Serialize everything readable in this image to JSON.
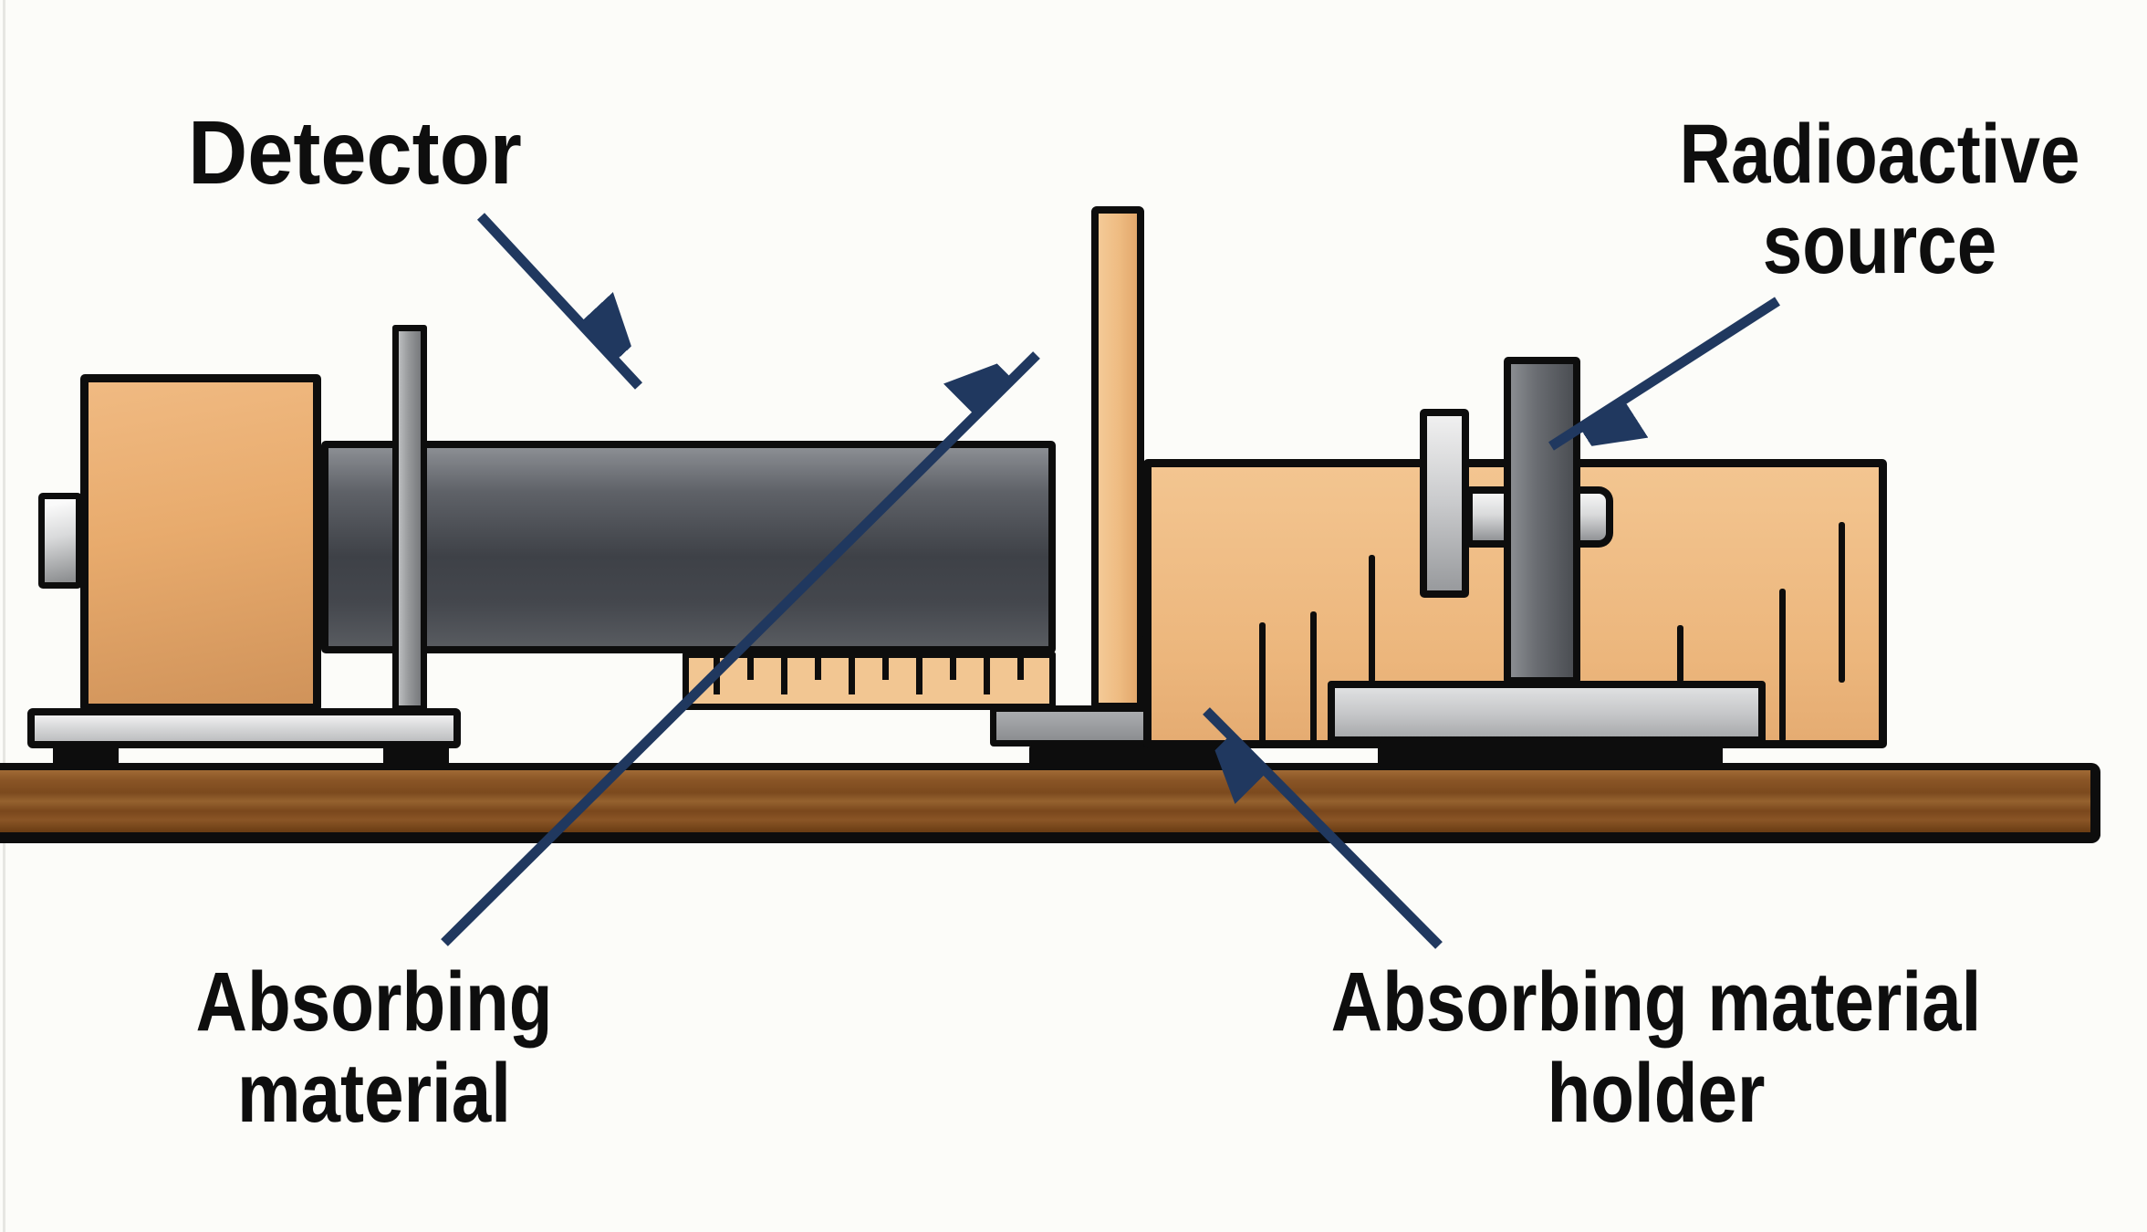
{
  "diagram": {
    "type": "physics-apparatus-diagram",
    "labels": {
      "detector": "Detector",
      "radioactive": [
        "Radioactive",
        "source"
      ],
      "absorbing_material": [
        "Absorbing",
        "material"
      ],
      "absorbing_material_holder": [
        "Absorbing material",
        "holder"
      ]
    },
    "colors": {
      "background": "#fcfcf9",
      "annotation_arrow": "#20385f",
      "outline": "#0d0d0d",
      "wood_bench": "#8a5526",
      "tan_fill": "#eeb97f",
      "detector_tube_gray": "#3e4147",
      "light_gray": "#d8d9da",
      "mid_gray": "#8c8e91",
      "label_text": "#0e0e0e"
    },
    "parts": [
      "bench",
      "detector-box",
      "detector-window-knob",
      "detector-tube",
      "detector-stand-post",
      "detector-base",
      "ruler",
      "absorbing-material-plate",
      "absorbing-material-holder-clamp",
      "holder-base",
      "radioactive-source-block",
      "radioactive-source-post",
      "source-front-plate",
      "source-rod",
      "source-base"
    ]
  }
}
